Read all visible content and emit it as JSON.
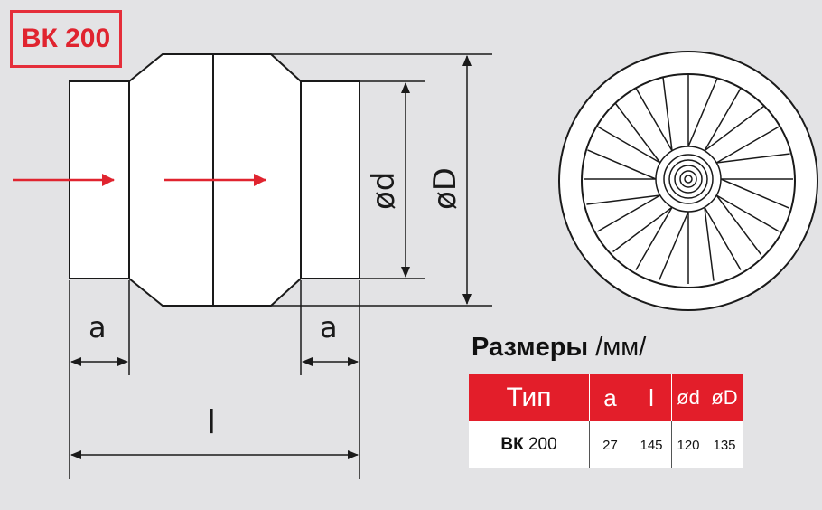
{
  "model_label": "ВК 200",
  "dimension_labels": {
    "a_left": "a",
    "a_right": "a",
    "l": "l",
    "d": "ød",
    "D": "øD"
  },
  "table": {
    "title": "Размеры",
    "unit": "/мм/",
    "headers": [
      "Тип",
      "a",
      "l",
      "ød",
      "øD"
    ],
    "rows": [
      {
        "type_bold": "ВК",
        "type_num": "200",
        "a": "27",
        "l": "145",
        "d": "120",
        "D": "135"
      }
    ]
  },
  "colors": {
    "accent": "#e31e2a",
    "background": "#e3e3e5",
    "lines": "#1a1a1a"
  }
}
